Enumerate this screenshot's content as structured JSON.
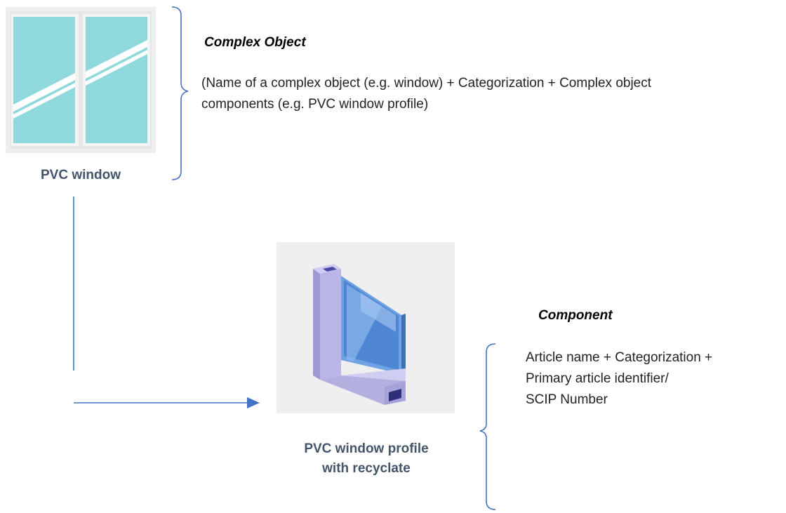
{
  "complex_object": {
    "caption": "PVC window",
    "heading": "Complex Object",
    "description_line1": "(Name of a complex object (e.g. window) + Categorization +  Complex object",
    "description_line2": "components (e.g. PVC window profile)"
  },
  "component": {
    "caption_line1": "PVC window profile",
    "caption_line2": "with recyclate",
    "heading": "Component",
    "description_line1": "Article name + Categorization +",
    "description_line2": "Primary article identifier/",
    "description_line3": "SCIP Number"
  },
  "colors": {
    "caption": "#44546a",
    "connector": "#4472c4",
    "glass": "#8fd9dc",
    "frame": "#e8e8e8",
    "profile": "#b3b0e0",
    "profile_glass": "#5b8fd6"
  },
  "icons": [
    "pvc-window-icon",
    "window-profile-icon"
  ]
}
